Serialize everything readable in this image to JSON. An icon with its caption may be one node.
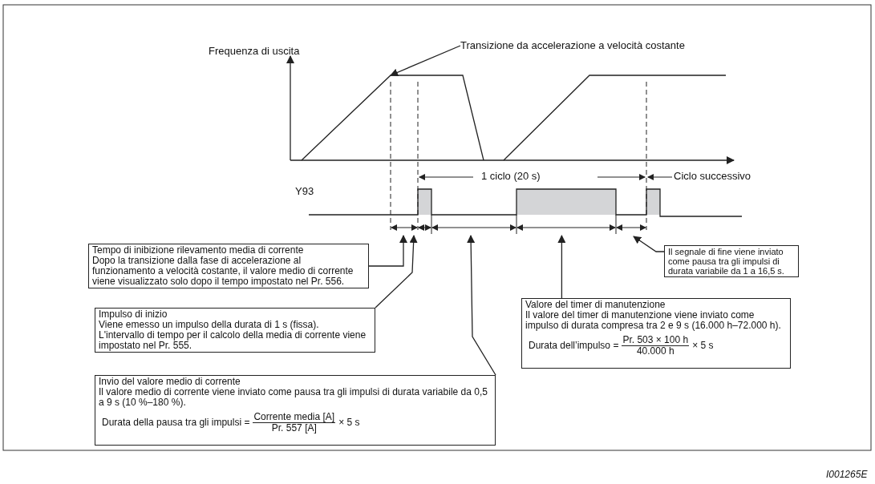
{
  "diagram": {
    "nodes": [
      {
        "text": [
          "Transizione da accelerazione a velocità costante"
        ]
      },
      {
        "text": [
          "Tempo di inibizione rilevamento media di corrente",
          "Dopo la transizione dalla fase di accelerazione al funzionamento a velocità costante, il valore medio di corrente viene visualizzato solo dopo il tempo impostato nel Pr. 556."
        ]
      },
      {
        "text": [
          "Impulso di inizio",
          "Viene emesso un impulso della durata di 1 s (fissa).",
          "L'intervallo di tempo per il calcolo della media di corrente viene impostato nel Pr. 555."
        ]
      },
      {
        "text": [
          "Invio del valore medio di corrente",
          "Il valore medio di corrente viene inviato come pausa tra gli impulsi di durata variabile da 0,5 a 9 s (10 %–180 %).",
          "Durata della pausa tra gli impulsi =",
          "Corrente media [A]",
          "Pr. 557 [A]",
          "× 5 s"
        ]
      },
      {
        "text": [
          "Il segnale di fine viene inviato come pausa tra gli impulsi di durata variabile da 1 a 16,5 s."
        ]
      },
      {
        "text": [
          "Valore del timer di manutenzione",
          "Il valore del timer di manutenzione viene inviato come impulso di durata compresa tra 2 e 9 s (16.000 h–72.000 h).",
          "Durata dell’impulso =",
          "Pr. 503 × 100 h",
          "40.000 h",
          "× 5 s"
        ]
      },
      {
        "text": [],
        "shape": "line"
      }
    ],
    "edges": [
      {
        "from": 0,
        "to": 6,
        "arrow": "to"
      },
      {
        "from": 1,
        "to": null,
        "arrow": "to"
      },
      {
        "from": 2,
        "to": null,
        "arrow": "to"
      },
      {
        "from": 3,
        "to": null,
        "arrow": "to"
      },
      {
        "from": 4,
        "to": null,
        "arrow": "to"
      },
      {
        "from": 5,
        "to": null,
        "arrow": "to"
      }
    ],
    "labels": [
      "Frequenza di uscita",
      "1 ciclo (20 s)",
      "Ciclo successivo",
      "Y93",
      "I001265E"
    ]
  }
}
